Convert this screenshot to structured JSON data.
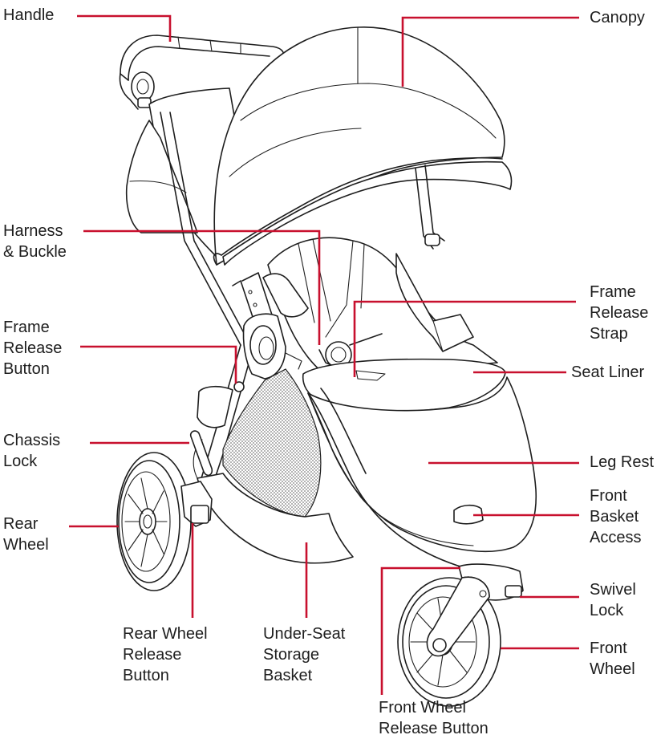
{
  "accent_color": "#c8102e",
  "ink_color": "#1e1e1e",
  "labels": {
    "handle": "Handle",
    "canopy": "Canopy",
    "harness_buckle": "Harness\n& Buckle",
    "frame_release_strap": "Frame\nRelease\nStrap",
    "frame_release_button": "Frame\nRelease\nButton",
    "seat_liner": "Seat Liner",
    "chassis_lock": "Chassis\nLock",
    "leg_rest": "Leg Rest",
    "front_basket_access": "Front\nBasket\nAccess",
    "rear_wheel": "Rear\nWheel",
    "swivel_lock": "Swivel\nLock",
    "front_wheel": "Front\nWheel",
    "rear_wheel_release_button": "Rear Wheel\nRelease\nButton",
    "under_seat_storage_basket": "Under-Seat\nStorage\nBasket",
    "front_wheel_release_button": "Front Wheel\nRelease Button"
  },
  "icons": {
    "illustration": "stroller-line-drawing"
  }
}
